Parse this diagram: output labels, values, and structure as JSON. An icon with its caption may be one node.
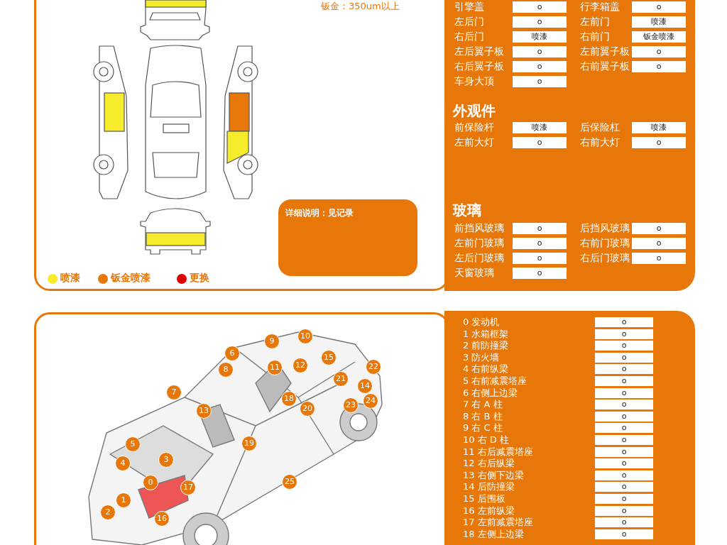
{
  "diagram": {
    "nodes": [
      {
        "text": [
          "详细说明：见记录"
        ]
      }
    ],
    "labels": [
      "钣金：350um以上",
      "引擎盖",
      "o",
      "行李箱盖",
      "o",
      "左后门",
      "o",
      "左前门",
      "喷漆",
      "右后门",
      "喷漆",
      "右前门",
      "钣金喷漆",
      "左后翼子板",
      "o",
      "左前翼子板",
      "o",
      "右后翼子板",
      "o",
      "右前翼子板",
      "o",
      "车身大顶",
      "o",
      "外观件",
      "前保险杆",
      "喷漆",
      "后保险杠",
      "喷漆",
      "左前大灯",
      "o",
      "右前大灯",
      "o",
      "玻璃",
      "前挡风玻璃",
      "o",
      "后挡风玻璃",
      "o",
      "左前门玻璃",
      "o",
      "右前门玻璃",
      "o",
      "左后门玻璃",
      "o",
      "右后门玻璃",
      "o",
      "天窗玻璃",
      "o",
      "0",
      "1",
      "2",
      "3",
      "4",
      "5",
      "6",
      "7",
      "8",
      "9",
      "10",
      "11",
      "12",
      "13",
      "14",
      "15",
      "16",
      "17",
      "18",
      "19",
      "20",
      "21",
      "22",
      "23",
      "24",
      "25",
      "0 发动机",
      "o",
      "1 水箱框架",
      "o",
      "2 前防撞梁",
      "o",
      "3 防火墙",
      "o",
      "4 右前纵梁",
      "o",
      "5 右前减震塔座",
      "o",
      "6 右侧上边梁",
      "o",
      "7 右 A 柱",
      "o",
      "8 右 B 柱",
      "o",
      "9 右 C 柱",
      "o",
      "10 右 D 柱",
      "o",
      "11 右后减震塔座",
      "o",
      "12 右后纵梁",
      "o",
      "13 右侧下边梁",
      "o",
      "14 后防撞梁",
      "o",
      "15 后围板",
      "o",
      "16 左前纵梁",
      "o",
      "17 左前减震塔座",
      "o",
      "18 左侧上边梁",
      "o"
    ],
    "legend": [
      {
        "text": "喷漆",
        "color": "#f7ec2c"
      },
      {
        "text": "钣金喷漆",
        "color": "#e8770a"
      },
      {
        "text": "更换",
        "color": "#e00000"
      }
    ]
  }
}
